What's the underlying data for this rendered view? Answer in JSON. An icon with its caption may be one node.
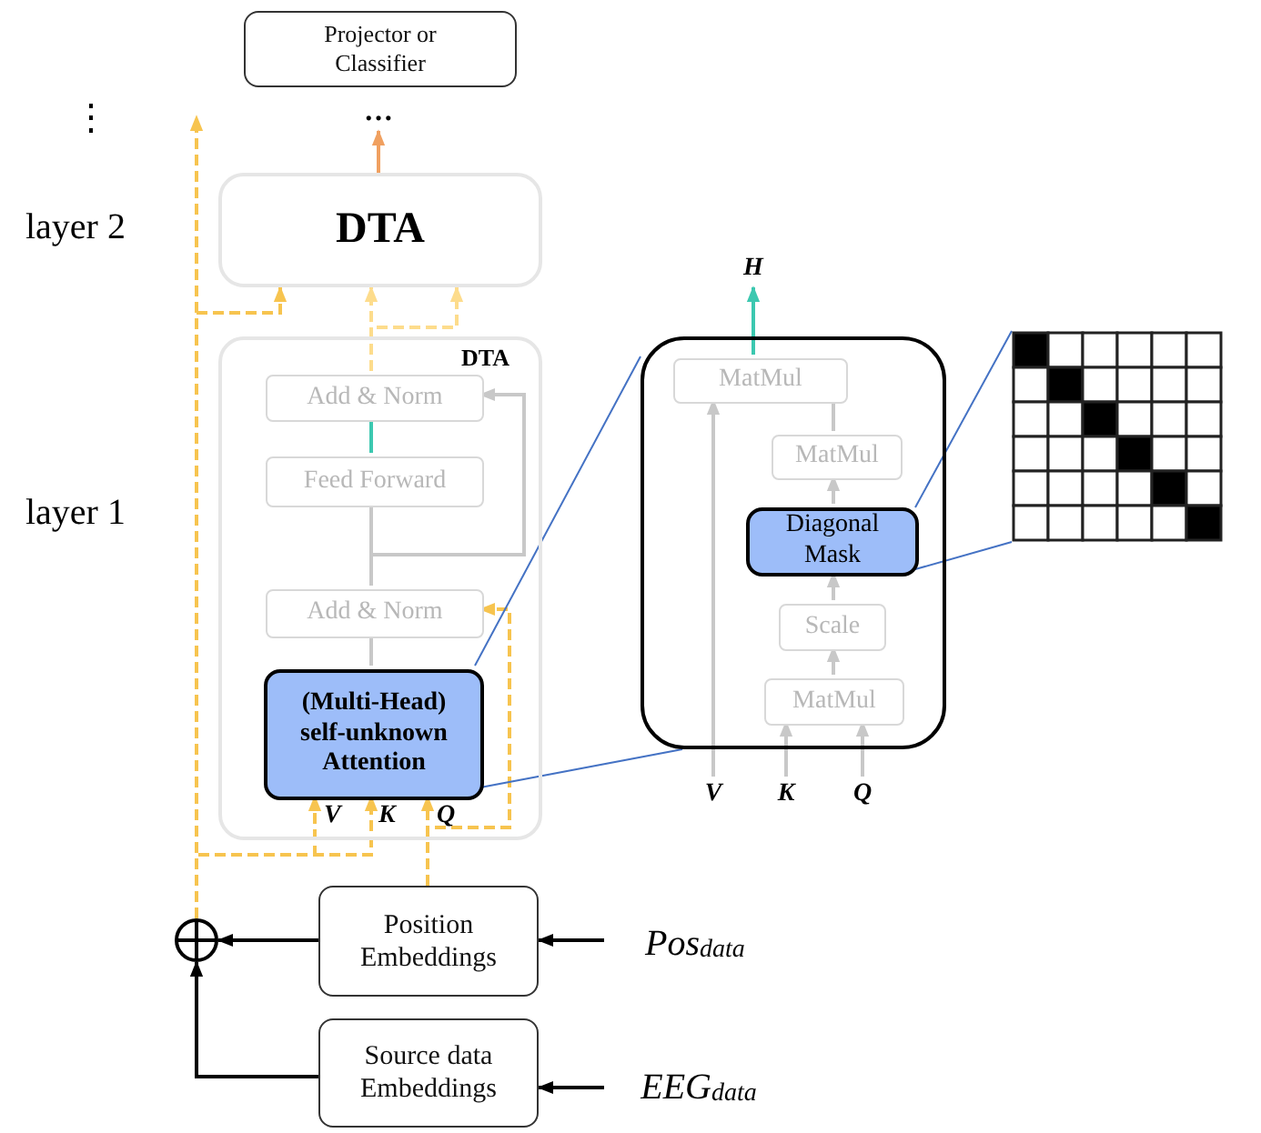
{
  "diagram": {
    "nodes": [
      {
        "text": [
          "Projector or Classifier"
        ]
      },
      {
        "text": [
          "…"
        ]
      },
      {
        "text": [
          "DTA"
        ]
      },
      {
        "text": [
          "DTA"
        ]
      },
      {
        "text": [
          "Add & Norm"
        ],
        "in": 3
      },
      {
        "text": [
          "Feed Forward"
        ],
        "in": 3
      },
      {
        "text": [
          "Add & Norm"
        ],
        "in": 3
      },
      {
        "text": [
          "(Multi-Head) self-unknown Attention"
        ],
        "in": 3
      },
      {
        "text": [
          "Position Embeddings"
        ]
      },
      {
        "text": [
          "Source data Embeddings"
        ]
      },
      {
        "text": [],
        "shape": "circle"
      },
      {
        "text": [
          "Pos$_{data}$"
        ]
      },
      {
        "text": [
          "EEG$_{data}$"
        ]
      },
      {
        "text": [],
        "shape": "box"
      },
      {
        "text": [
          "MatMul"
        ],
        "in": 13
      },
      {
        "text": [
          "MatMul"
        ],
        "in": 13
      },
      {
        "text": [
          "Diagonal Mask"
        ],
        "in": 13
      },
      {
        "text": [
          "Scale"
        ],
        "in": 13
      },
      {
        "text": [
          "MatMul"
        ],
        "in": 13
      },
      {
        "text": [
          "H"
        ]
      },
      {
        "text": [
          "V"
        ]
      },
      {
        "text": [
          "K"
        ]
      },
      {
        "text": [
          "Q"
        ]
      },
      {
        "text": [],
        "shape": "grid"
      }
    ],
    "edges": [
      {
        "from": 2,
        "to": 1,
        "arrow": "to",
        "color": "#f0a060"
      },
      {
        "from": 5,
        "to": 4,
        "arrow": "none",
        "color": "#3cc8b0"
      },
      {
        "from": 6,
        "to": 5,
        "arrow": "none"
      },
      {
        "from": 6,
        "to": 4,
        "arrow": "to"
      },
      {
        "from": 7,
        "to": 6,
        "arrow": "none"
      },
      {
        "from": 10,
        "to": 7,
        "arrow": "to",
        "style": "dashed",
        "color": "#f7c44f"
      },
      {
        "from": 10,
        "to": 7,
        "arrow": "to",
        "style": "dashed",
        "color": "#f7c44f"
      },
      {
        "from": 8,
        "to": 7,
        "arrow": "to",
        "style": "dashed",
        "color": "#f7c44f"
      },
      {
        "from": 8,
        "to": 6,
        "arrow": "to",
        "style": "dashed",
        "color": "#f7c44f"
      },
      {
        "from": 10,
        "to": null,
        "arrow": "to",
        "style": "dashed",
        "color": "#f7c44f"
      },
      {
        "from": 10,
        "to": 2,
        "arrow": "to",
        "style": "dashed",
        "color": "#f7c44f"
      },
      {
        "from": 4,
        "to": 2,
        "arrow": "to",
        "style": "dashed",
        "color": "#fddc8c"
      },
      {
        "from": 4,
        "to": 2,
        "arrow": "to",
        "style": "dashed",
        "color": "#fddc8c"
      },
      {
        "from": 8,
        "to": 10,
        "arrow": "to",
        "color": "#000000"
      },
      {
        "from": 9,
        "to": 10,
        "arrow": "to",
        "color": "#000000"
      },
      {
        "from": 11,
        "to": 8,
        "arrow": "to",
        "color": "#000000"
      },
      {
        "from": 12,
        "to": 9,
        "arrow": "to",
        "color": "#000000"
      },
      {
        "from": 14,
        "to": 19,
        "arrow": "to",
        "color": "#3cc8b0"
      },
      {
        "from": 15,
        "to": 14,
        "arrow": "none"
      },
      {
        "from": 16,
        "to": 15,
        "arrow": "to"
      },
      {
        "from": 17,
        "to": 16,
        "arrow": "to"
      },
      {
        "from": 18,
        "to": 17,
        "arrow": "to"
      },
      {
        "from": 20,
        "to": 14,
        "arrow": "to"
      },
      {
        "from": 21,
        "to": 18,
        "arrow": "to"
      },
      {
        "from": 22,
        "to": 18,
        "arrow": "to"
      },
      {
        "from": 7,
        "to": 13,
        "arrow": "none",
        "color": "#4472c4"
      },
      {
        "from": 7,
        "to": 13,
        "arrow": "none",
        "color": "#4472c4"
      },
      {
        "from": 16,
        "to": 23,
        "arrow": "none",
        "color": "#4472c4"
      },
      {
        "from": 16,
        "to": 23,
        "arrow": "none",
        "color": "#4472c4"
      }
    ],
    "labels": [
      "⋮",
      "layer 2",
      "layer 1",
      "V",
      "K",
      "Q"
    ]
  }
}
